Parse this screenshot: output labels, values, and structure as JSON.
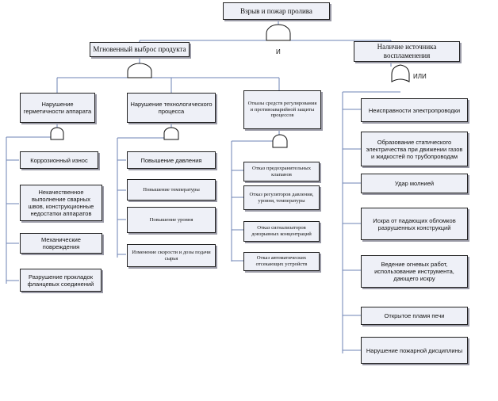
{
  "root": "Взрыв и пожар пролива",
  "root_gate_label": "И",
  "left_branch": "Мгновенный выброс продукта",
  "right_branch": "Наличие источника воспламенения",
  "right_gate_label": "ИЛИ",
  "columns": [
    {
      "title": "Нарушение герметичности аппарата",
      "items": [
        "Коррозионный  износ",
        "Некачественное выполнение сварных швов, конструкционные недостатки аппаратов",
        "Механические повреждения",
        "Разрушение прокладок фланцевых соединений"
      ]
    },
    {
      "title": "Нарушение технологического процесса",
      "items": [
        "Повышение давления",
        "Повышение температуры",
        "Повышение уровня",
        "Изменение скорости и дозы подачи сырья"
      ]
    },
    {
      "title": "Отказы средств регулирования и противоаварийной защиты процессов",
      "items": [
        "Отказ предохранительных клапанов",
        "Отказ регуляторов давления, уровня, температуры",
        "Отказ сигнализаторов довзрывных концентраций",
        "Отказ автоматических отсекающих устройств"
      ]
    }
  ],
  "ignition_sources": [
    "Неисправности электропроводки",
    "Образование статического электричества при движении газов и жидкостей по трубопроводам",
    "Удар молнией",
    "Искра от падающих обломков разрушенных конструкций",
    "Ведение огневых работ, использование инструмента, дающего искру",
    "Открытое пламя печи",
    "Нарушение пожарной дисциплины"
  ]
}
